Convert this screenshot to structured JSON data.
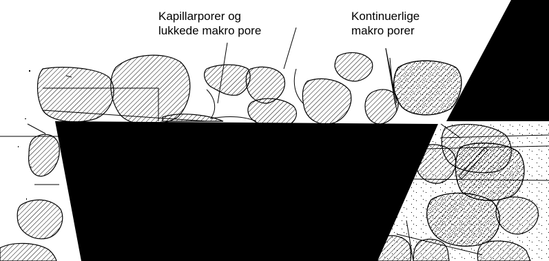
{
  "labels": {
    "capillary_pores_line1": "Kapillarporer og",
    "capillary_pores_line2": "lukkede makro pore",
    "continuous_pores_line1": "Kontinuerlige",
    "continuous_pores_line2": "makro porer"
  },
  "colors": {
    "ink": "#000000",
    "paper": "#ffffff"
  }
}
